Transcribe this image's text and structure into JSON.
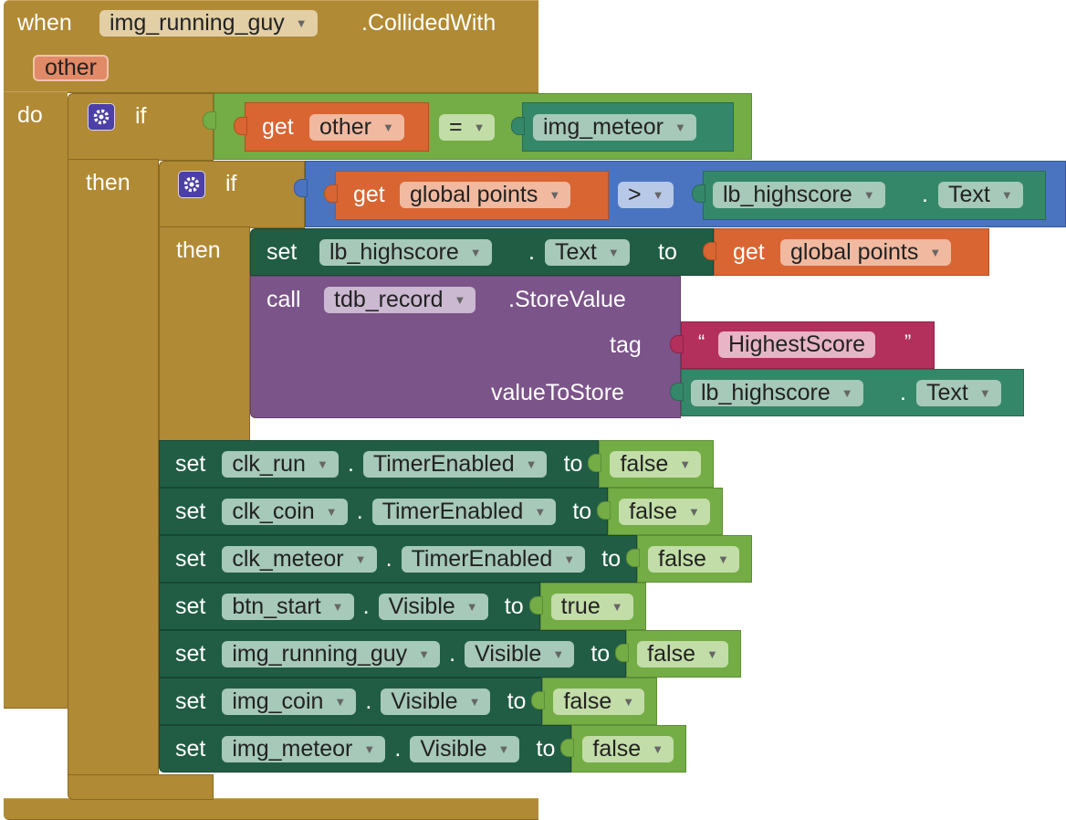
{
  "event": {
    "when": "when",
    "component": "img_running_guy",
    "event_name": ".CollidedWith",
    "param": "other",
    "do": "do"
  },
  "if1": {
    "if": "if",
    "then": "then",
    "get": "get",
    "var": "other",
    "op": "=",
    "component": "img_meteor"
  },
  "if2": {
    "if": "if",
    "then": "then",
    "get": "get",
    "var": "global points",
    "op": ">",
    "component": "lb_highscore",
    "dot": ".",
    "property": "Text"
  },
  "set_highscore": {
    "set": "set",
    "component": "lb_highscore",
    "dot": ".",
    "property": "Text",
    "to": "to",
    "get": "get",
    "var": "global points"
  },
  "call_store": {
    "call": "call",
    "component": "tdb_record",
    "method": ".StoreValue",
    "tag_label": "tag",
    "open_quote": "“",
    "tag_value": "HighestScore",
    "close_quote": "”",
    "value_label": "valueToStore",
    "value_component": "lb_highscore",
    "dot": ".",
    "value_property": "Text"
  },
  "setters": [
    {
      "set": "set",
      "component": "clk_run",
      "dot": ".",
      "property": "TimerEnabled",
      "to": "to",
      "value": "false"
    },
    {
      "set": "set",
      "component": "clk_coin",
      "dot": ".",
      "property": "TimerEnabled",
      "to": "to",
      "value": "false"
    },
    {
      "set": "set",
      "component": "clk_meteor",
      "dot": ".",
      "property": "TimerEnabled",
      "to": "to",
      "value": "false"
    },
    {
      "set": "set",
      "component": "btn_start",
      "dot": ".",
      "property": "Visible",
      "to": "to",
      "value": "true"
    },
    {
      "set": "set",
      "component": "img_running_guy",
      "dot": ".",
      "property": "Visible",
      "to": "to",
      "value": "false"
    },
    {
      "set": "set",
      "component": "img_coin",
      "dot": ".",
      "property": "Visible",
      "to": "to",
      "value": "false"
    },
    {
      "set": "set",
      "component": "img_meteor",
      "dot": ".",
      "property": "Visible",
      "to": "to",
      "value": "false"
    }
  ],
  "colors": {
    "event": "#b08a34",
    "logic": "#74ac45",
    "math": "#4a74c0",
    "variable": "#d96532",
    "component": "#35876a",
    "setter": "#215d45",
    "call": "#7b5489",
    "text": "#b3305c",
    "mutator": "#4c3fa6"
  },
  "icons": {
    "mutator": "gear-icon",
    "dropdown": "dropdown-arrow-icon"
  }
}
